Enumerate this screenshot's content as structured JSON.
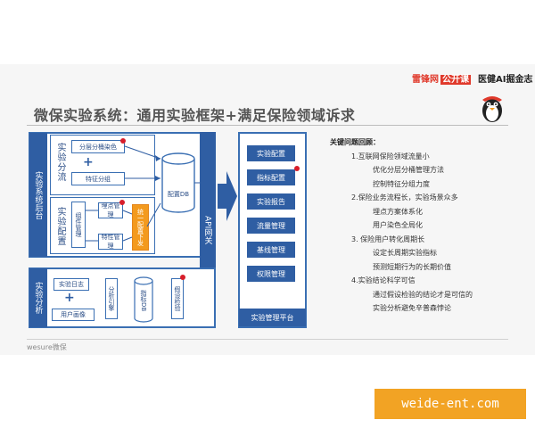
{
  "header": {
    "brand1": "雷锋网",
    "brand1_badge": "公开课",
    "brand2": "医健AI掘金志"
  },
  "title": "微保实验系统：通用实验框架+满足保险领域诉求",
  "diagram": {
    "backend_label": "实验系统后台",
    "split_label": "实验分流",
    "config_label": "实验配置",
    "analysis_label": "实验分析",
    "layer_bucket": "分层分桶染色",
    "feature_group": "特征分组",
    "component_mgmt": "组件管理",
    "tracking_mgmt": "埋点管理",
    "feature_mgmt": "特性管理",
    "unified_config": "统一配置下发",
    "config_db": "配置DB",
    "api_gateway": "API网关",
    "exp_log": "实验日志",
    "user_profile": "用户画像",
    "analysis_engine": "分析引擎",
    "metrics_db": "指标DB",
    "hypothesis_test": "假设检验"
  },
  "platform": {
    "items": [
      "实验配置",
      "指标配置",
      "实验报告",
      "流量管理",
      "基线管理",
      "权限管理"
    ],
    "footer": "实验管理平台"
  },
  "issues": {
    "heading": "关键问题回顾：",
    "lines": [
      "1.互联网保险领域流量小",
      "优化分层分桶管理方法",
      "控制特征分组力度",
      "2.保险业务流程长，实验场景众多",
      "埋点方案体系化",
      "用户染色全局化",
      "3. 保险用户转化周期长",
      "设定长周期实验指标",
      "预测短期行为的长期价值",
      "4.实验结论科学可信",
      "通过假设检验的结论才是可信的",
      "实验分析避免辛普森悖论"
    ]
  },
  "footer": {
    "logo": "wesure微保"
  },
  "watermark": "weide-ent.com"
}
